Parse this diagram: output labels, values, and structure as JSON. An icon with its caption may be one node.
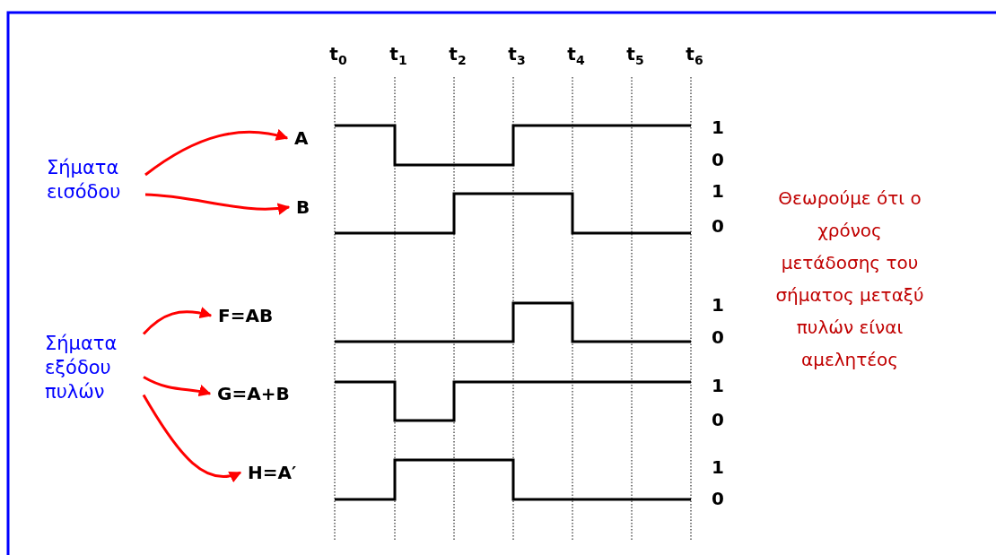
{
  "diagram": {
    "nodes": [
      {
        "text": [
          "Σήματα εισόδου"
        ]
      },
      {
        "text": [
          "A"
        ]
      },
      {
        "text": [
          "B"
        ]
      },
      {
        "text": [
          "Σήματα εξόδου πυλών"
        ]
      },
      {
        "text": [
          "F=AB"
        ]
      },
      {
        "text": [
          "G=A+B"
        ]
      },
      {
        "text": [
          "H=A′"
        ]
      }
    ],
    "edges": [
      {
        "from": 0,
        "to": 1,
        "arrow": "to"
      },
      {
        "from": 0,
        "to": 2,
        "arrow": "to"
      },
      {
        "from": 3,
        "to": 4,
        "arrow": "to"
      },
      {
        "from": 3,
        "to": 5,
        "arrow": "to"
      },
      {
        "from": 3,
        "to": 6,
        "arrow": "to"
      }
    ],
    "labels": [
      "t$_{0}$",
      "t$_{1}$",
      "t$_{2}$",
      "t$_{3}$",
      "t$_{4}$",
      "t$_{5}$",
      "t$_{6}$",
      "1",
      "0",
      "1",
      "0",
      "1",
      "0",
      "1",
      "0",
      "1",
      "0",
      "Θεωρούμε ότι ο χρόνος μετάδοσης του σήματος μεταξύ πυλών είναι αμελητέος"
    ]
  }
}
